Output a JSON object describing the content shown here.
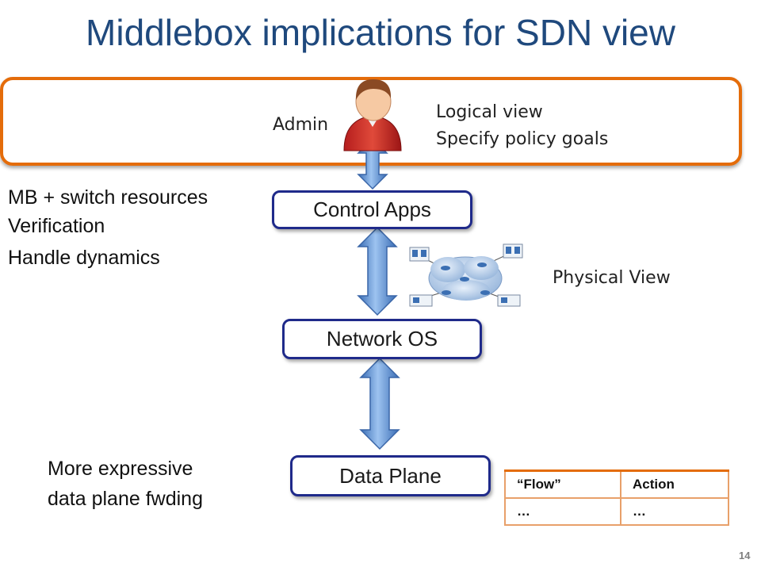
{
  "slide": {
    "title": "Middlebox implications for SDN view",
    "number": "14"
  },
  "admin": {
    "label": "Admin",
    "icon": "admin-user-icon",
    "logical_view": "Logical view",
    "policy_goals": "Specify policy goals"
  },
  "left_notes": {
    "line1": "MB + switch resources",
    "line2": "Verification",
    "line3": "Handle dynamics"
  },
  "stack": {
    "control_apps": "Control Apps",
    "network_os": "Network OS",
    "data_plane": "Data Plane"
  },
  "physical_view": "Physical View",
  "data_plane_note": {
    "line1": "More expressive",
    "line2": "data plane fwding"
  },
  "flow_table": {
    "headers": [
      "“Flow”",
      "Action"
    ],
    "rows": [
      [
        "…",
        "…"
      ]
    ]
  },
  "colors": {
    "title": "#1f497d",
    "frame": "#e46c0a",
    "box_border": "#1f2a8a",
    "arrow": "#4f81bd"
  }
}
